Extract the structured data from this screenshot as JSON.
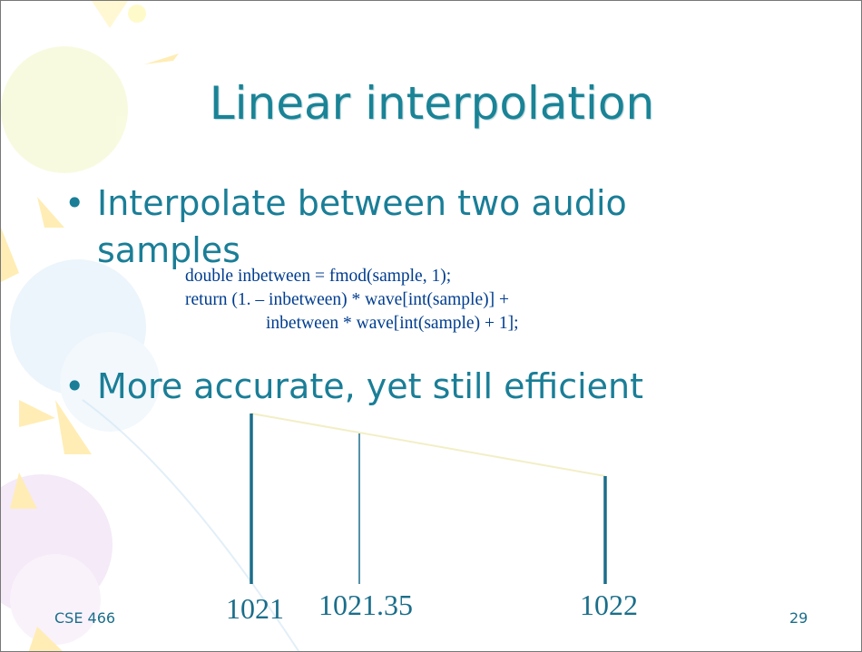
{
  "slide": {
    "title": "Linear interpolation",
    "bullets": [
      {
        "lines": [
          "Interpolate between two audio",
          "samples"
        ]
      },
      {
        "lines": [
          "More accurate, yet still efficient"
        ]
      }
    ],
    "code": [
      "double inbetween = fmod(sample, 1);",
      "return (1. – inbetween) * wave[int(sample)] +",
      "inbetween * wave[int(sample) + 1];"
    ],
    "diagram": {
      "labels": [
        "1021",
        "1021.35",
        "1022"
      ]
    },
    "footer": {
      "course": "CSE 466",
      "page": "29"
    }
  },
  "colors": {
    "accent": "#1a7e97",
    "code": "#003d8f"
  }
}
